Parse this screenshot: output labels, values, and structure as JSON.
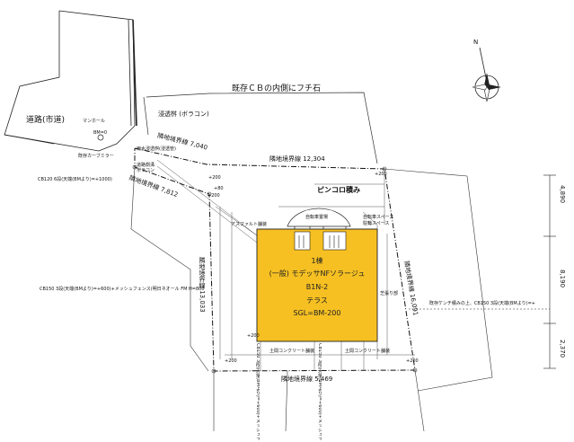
{
  "title": "既存ＣＢの内側にフチ石",
  "road": "道路(市道)",
  "infiltration": "浸透桝 (ボラコン)",
  "manhole": "マンホール",
  "bm": "BM=0",
  "curb": "既存カーブミラー",
  "culvert": "CB120 6段(天端(BMより)=+1000)",
  "culvert2": "雨水浸透桝(浸透管)",
  "culvert3": "道路側溝",
  "culvert4": "ボラコン",
  "boundary_top_left": "隣地境界線 7,040",
  "boundary_top": "隣地境界線 12,304",
  "boundary_left_diag": "隣地境界線 7,812",
  "boundary_left": "隣地境界線 13,033",
  "boundary_right": "隣地境界線 16,091",
  "boundary_bottom": "隣地境界線 5,469",
  "stairs": "ピンコロ積み",
  "bike": "自転車置場",
  "bike2": "自転車スペース",
  "parking": "駐輪スペース",
  "asphalt": "アスファルト舗装",
  "building": {
    "line1": "1棟",
    "line2": "(一般) モデッサNFソラージュ",
    "line3": "B1N-2",
    "line4": "テラス",
    "line5": "SGL=BM-200"
  },
  "concrete1": "土間コンクリート舗装",
  "concrete2": "土間コンクリート舗装",
  "grass": "芝張り部",
  "left_note": "CB150 3段(天端(BMより)=+600)+メッシュフェンス(明日ネオール FM H=800",
  "right_note": "既存ケンチ積みの上、CB150 3段(天端(BMより)=+",
  "dim_right_1": "4,890",
  "dim_right_2": "8,190",
  "dim_right_3": "2,370",
  "dim_right_4": "+200",
  "left_vert_1": "CB150 3段(天端(BMより)=+600)+メッシュフェンス(明日ネオール FM H=800",
  "left_vert_2": "CB150 3段(天端(BMより)=+600)+メッシュフェンス(明日ネオール FM H=800",
  "pt_a": "+200",
  "pt_b": "+200",
  "pt_c": "+80",
  "pt_d": "+200",
  "pt_e": "+200",
  "pt_f": "+200",
  "north_label": "N",
  "colors": {
    "building": "#f6c022",
    "line": "#222222"
  }
}
